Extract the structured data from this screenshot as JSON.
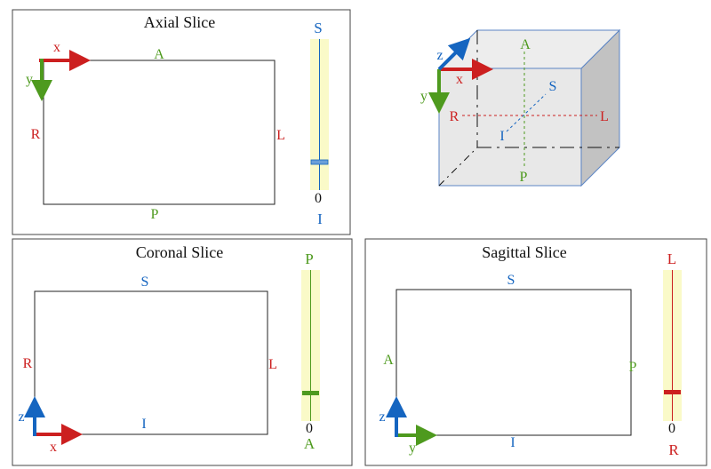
{
  "colors": {
    "red": "#cc1f1f",
    "green": "#4e9a1e",
    "blue": "#1565c0",
    "slider_bg": "#fafac8",
    "frame": "#444444",
    "cube_face": "#e6e6e6",
    "cube_side": "#c2c2c2",
    "cube_edge": "#5b84c4"
  },
  "axial": {
    "title": "Axial Slice",
    "axis_x": "x",
    "axis_y": "y",
    "label_top": "A",
    "label_bottom": "P",
    "label_left": "R",
    "label_right": "L",
    "slider_top": "S",
    "slider_bottom": "I",
    "slider_zero": "0"
  },
  "coronal": {
    "title": "Coronal Slice",
    "axis_x": "x",
    "axis_z": "z",
    "label_top": "S",
    "label_bottom": "I",
    "label_left": "R",
    "label_right": "L",
    "slider_top": "P",
    "slider_bottom": "A",
    "slider_zero": "0"
  },
  "sagittal": {
    "title": "Sagittal Slice",
    "axis_y": "y",
    "axis_z": "z",
    "label_top": "S",
    "label_bottom": "I",
    "label_left": "A",
    "label_right": "P",
    "slider_top": "L",
    "slider_bottom": "R",
    "slider_zero": "0"
  },
  "cube": {
    "axis_x": "x",
    "axis_y": "y",
    "axis_z": "z",
    "label_a": "A",
    "label_p": "P",
    "label_r": "R",
    "label_l": "L",
    "label_s": "S",
    "label_i": "I"
  }
}
